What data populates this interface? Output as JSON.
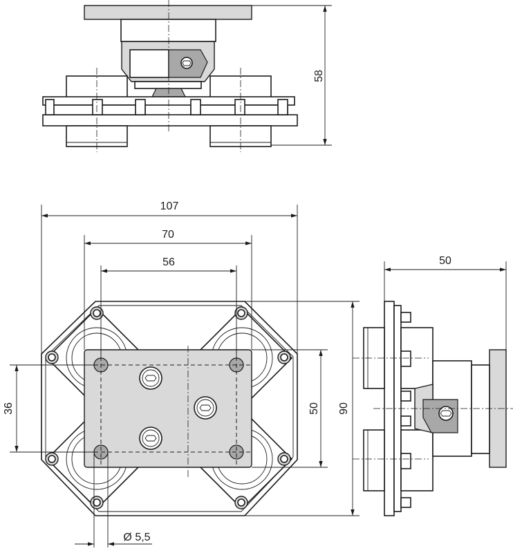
{
  "dimensions": {
    "height_top_view": "58",
    "overall_width": "107",
    "bolt_spacing_outer": "70",
    "bolt_spacing_inner": "56",
    "hole_spacing_vertical": "36",
    "plate_height": "50",
    "overall_height": "90",
    "side_depth": "50",
    "hole_diameter": "Ø 5,5"
  }
}
